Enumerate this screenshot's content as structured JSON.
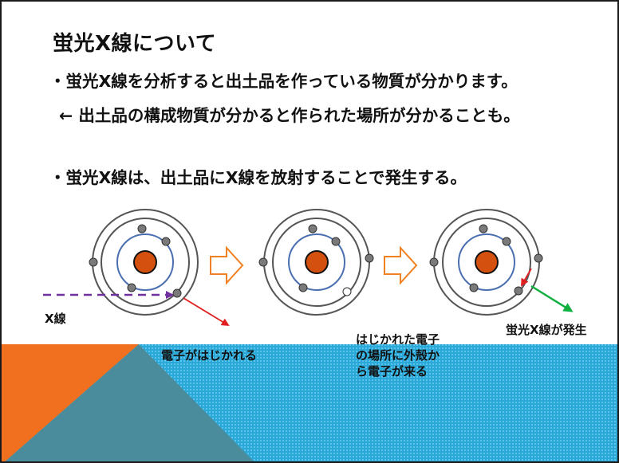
{
  "slide": {
    "title": "蛍光X線について",
    "lines": [
      "・蛍光X線を分析すると出土品を作っている物質が分かります。",
      "← 出土品の構成物質が分かると作られた場所が分かることも。",
      "・蛍光X線は、出土品にX線を放射することで発生する。"
    ]
  },
  "diagram": {
    "captions": {
      "xray": "X線",
      "electron_ejected": "電子がはじかれる",
      "vacancy_filled": "はじかれた電子\nの場所に外殻か\nら電子が来る",
      "fluorescence": "蛍光X線が発生"
    },
    "colors": {
      "nucleus": "#d4500f",
      "inner_shell": "#4a6fb0",
      "outer_shell": "#555555",
      "electron": "#7a7a7a",
      "xray_arrow": "#7030a0",
      "ejected_arrow": "#e02020",
      "fluorescence_arrow": "#10b040",
      "step_arrow": "#f08020",
      "band_orange": "#f07020",
      "band_blue": "#2aa8d8",
      "band_teal": "#4a8c9c"
    }
  }
}
